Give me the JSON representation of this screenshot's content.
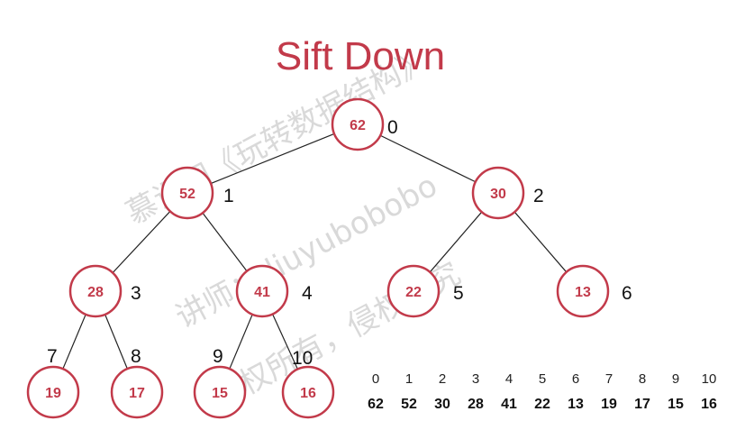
{
  "title": "Sift Down",
  "watermark": {
    "line1": "慕课网《玩转数据结构》",
    "line2": "讲师： liuyubobobo",
    "line3": "版权所有，侵权必究"
  },
  "colors": {
    "node_stroke": "#c23a4a",
    "node_text": "#c23a4a",
    "title": "#c23a4a",
    "edge": "#222222"
  },
  "tree": {
    "nodes": [
      {
        "index": "0",
        "value": "62"
      },
      {
        "index": "1",
        "value": "52"
      },
      {
        "index": "2",
        "value": "30"
      },
      {
        "index": "3",
        "value": "28"
      },
      {
        "index": "4",
        "value": "41"
      },
      {
        "index": "5",
        "value": "22"
      },
      {
        "index": "6",
        "value": "13"
      },
      {
        "index": "7",
        "value": "19"
      },
      {
        "index": "8",
        "value": "17"
      },
      {
        "index": "9",
        "value": "15"
      },
      {
        "index": "10",
        "value": "16"
      }
    ],
    "edges": [
      [
        0,
        1
      ],
      [
        0,
        2
      ],
      [
        1,
        3
      ],
      [
        1,
        4
      ],
      [
        2,
        5
      ],
      [
        2,
        6
      ],
      [
        3,
        7
      ],
      [
        3,
        8
      ],
      [
        4,
        9
      ],
      [
        4,
        10
      ]
    ]
  },
  "array": {
    "indices": [
      "0",
      "1",
      "2",
      "3",
      "4",
      "5",
      "6",
      "7",
      "8",
      "9",
      "10"
    ],
    "values": [
      "62",
      "52",
      "30",
      "28",
      "41",
      "22",
      "13",
      "19",
      "17",
      "15",
      "16"
    ]
  }
}
